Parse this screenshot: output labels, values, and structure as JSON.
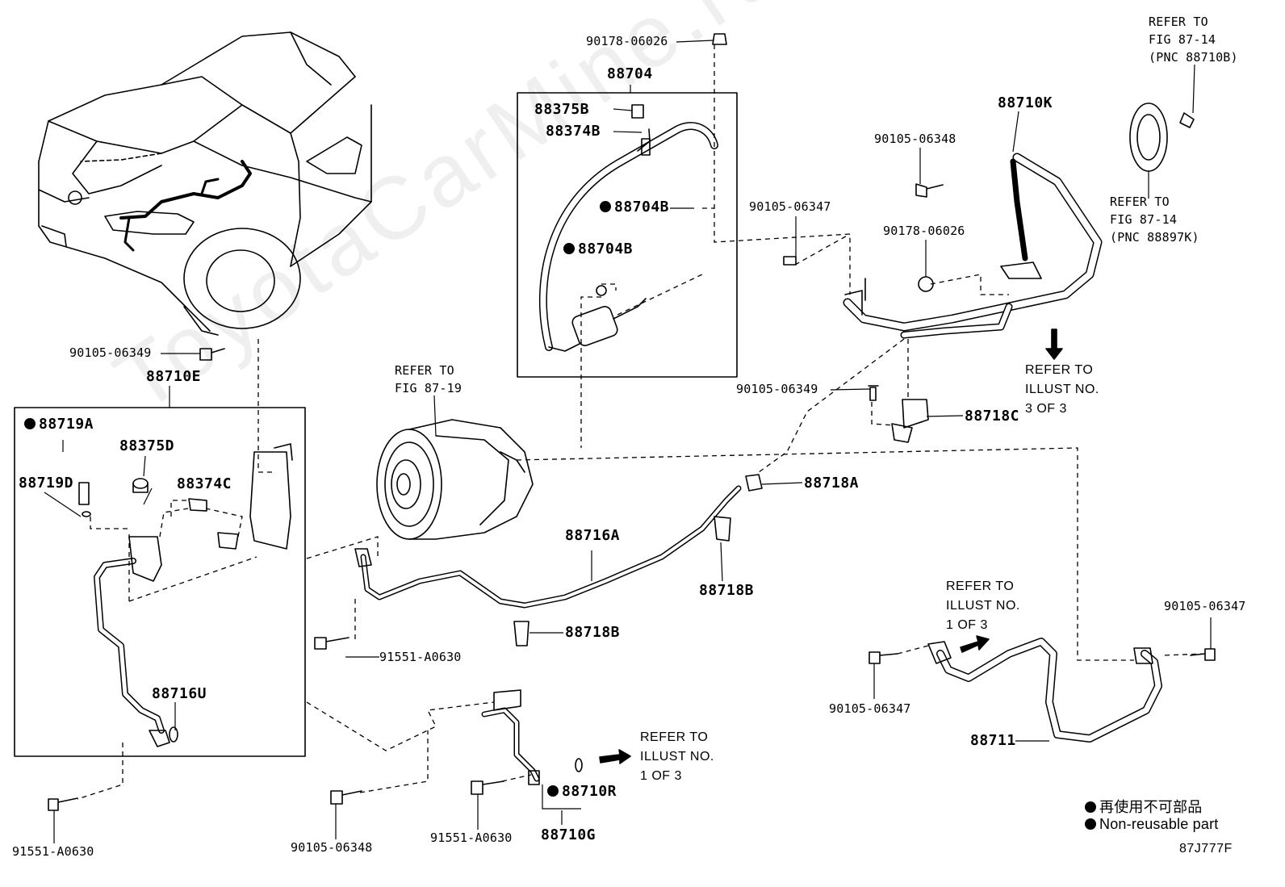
{
  "watermark": "ToyotaCarMine.ru",
  "figure_code": "87J777F",
  "legend": {
    "jp": "再使用不可部品",
    "en": "Non-reusable part"
  },
  "refs": {
    "fig_87_14_a": {
      "l1": "REFER TO",
      "l2": "FIG 87-14",
      "l3": "(PNC 88710B)"
    },
    "fig_87_14_b": {
      "l1": "REFER TO",
      "l2": "FIG 87-14",
      "l3": "(PNC 88897K)"
    },
    "fig_87_19": {
      "l1": "REFER TO",
      "l2": "FIG 87-19"
    },
    "illust_3": {
      "l1": "REFER TO",
      "l2": "ILLUST NO.",
      "l3": "3 OF 3"
    },
    "illust_1a": {
      "l1": "REFER TO",
      "l2": "ILLUST NO.",
      "l3": "1 OF 3"
    },
    "illust_1b": {
      "l1": "REFER TO",
      "l2": "ILLUST NO.",
      "l3": "1 OF 3"
    }
  },
  "parts": {
    "p90178_06026_top": "90178-06026",
    "p88704": "88704",
    "p88375B": "88375B",
    "p88374B": "88374B",
    "p88704B_1": "88704B",
    "p88704B_2": "88704B",
    "p88710K": "88710K",
    "p90105_06348_top": "90105-06348",
    "p90105_06347_top": "90105-06347",
    "p90178_06026_mid": "90178-06026",
    "p90105_06349_mid": "90105-06349",
    "p88718C": "88718C",
    "p88718A": "88718A",
    "p88716A": "88716A",
    "p88718B_1": "88718B",
    "p88718B_2": "88718B",
    "p90105_06349_left": "90105-06349",
    "p88710E": "88710E",
    "p88719A": "88719A",
    "p88375D": "88375D",
    "p88719D": "88719D",
    "p88374C": "88374C",
    "p88716U": "88716U",
    "p91551_A0630_mid": "91551-A0630",
    "p91551_A0630_left": "91551-A0630",
    "p90105_06348_bot": "90105-06348",
    "p91551_A0630_bot": "91551-A0630",
    "p88710R": "88710R",
    "p88710G": "88710G",
    "p90105_06347_right": "90105-06347",
    "p90105_06347_bot": "90105-06347",
    "p88711": "88711"
  }
}
